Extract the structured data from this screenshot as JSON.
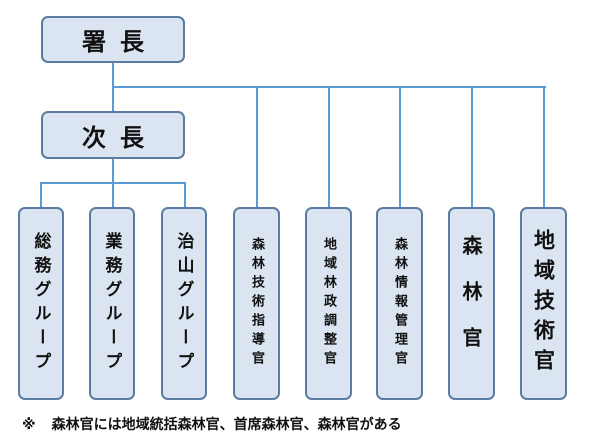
{
  "chief": "署長",
  "deputy": "次長",
  "groups": [
    "総務グループ",
    "業務グループ",
    "治山グループ"
  ],
  "officers": [
    "森林技術指導官",
    "地域林政調整官",
    "森林情報管理官",
    "森林官",
    "地域技術官"
  ],
  "note": {
    "mark": "※",
    "text": "森林官には地域統括森林官、首席森林官、森林官がある"
  },
  "colors": {
    "box_fill": "#dbe5f1",
    "box_border": "#5a7ba3",
    "connector": "#5b9bd5"
  }
}
